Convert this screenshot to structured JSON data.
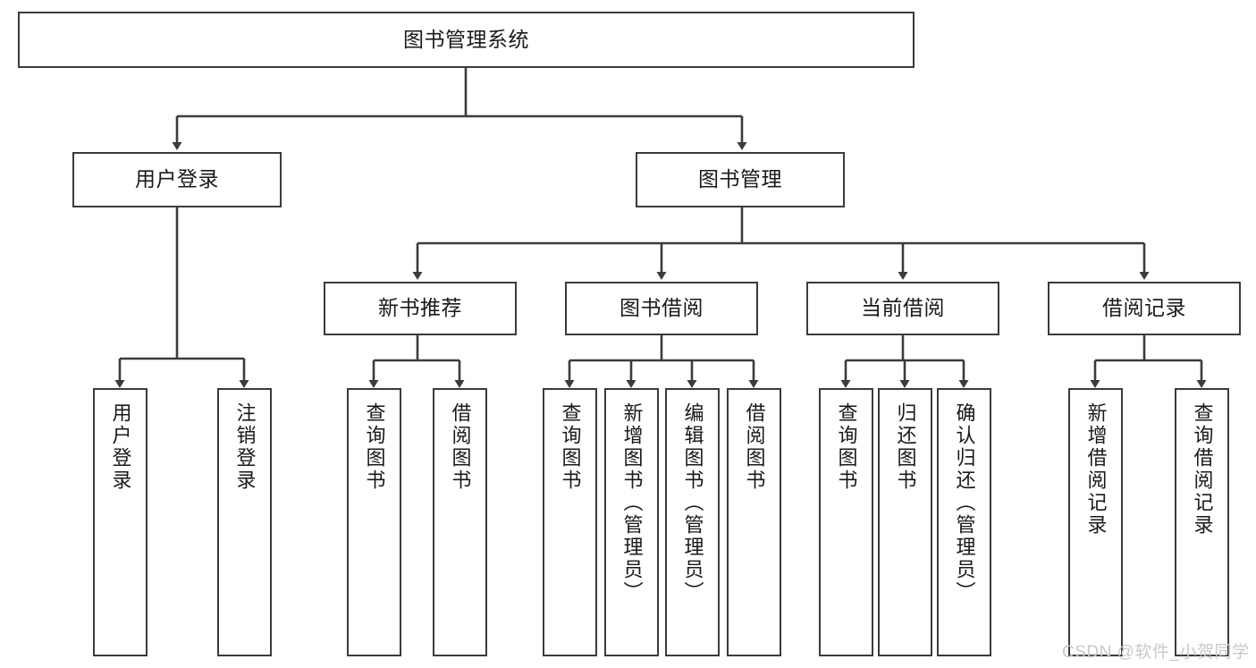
{
  "diagram": {
    "title": "图书管理系统",
    "watermark": "CSDN @软件_小贺同学",
    "colors": {
      "background": "#ffffff",
      "box_border": "#3b3b3b",
      "connector": "#3b3b3b",
      "text": "#1a1a1a",
      "watermark": "#c9c9c9"
    },
    "levels": {
      "root": {
        "label": "图书管理系统"
      },
      "level2": [
        {
          "label": "用户登录"
        },
        {
          "label": "图书管理"
        }
      ],
      "level3": [
        {
          "label": "新书推荐"
        },
        {
          "label": "图书借阅"
        },
        {
          "label": "当前借阅"
        },
        {
          "label": "借阅记录"
        }
      ],
      "leaves": {
        "user_login": [
          {
            "label": "用户登录"
          },
          {
            "label": "注销登录"
          }
        ],
        "new_book_recommend": [
          {
            "label": "查询图书"
          },
          {
            "label": "借阅图书"
          }
        ],
        "book_borrow": [
          {
            "label": "查询图书"
          },
          {
            "label": "新增图书（管理员）"
          },
          {
            "label": "编辑图书（管理员）"
          },
          {
            "label": "借阅图书"
          }
        ],
        "current_borrow": [
          {
            "label": "查询图书"
          },
          {
            "label": "归还图书"
          },
          {
            "label": "确认归还（管理员）"
          }
        ],
        "borrow_record": [
          {
            "label": "新增借阅记录"
          },
          {
            "label": "查询借阅记录"
          }
        ]
      }
    }
  }
}
